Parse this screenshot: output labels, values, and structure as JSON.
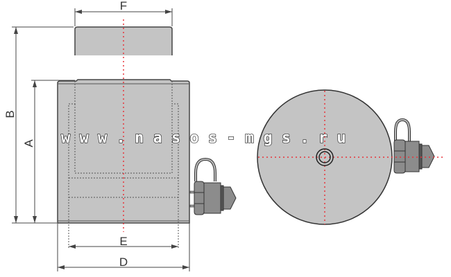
{
  "dimensions": {
    "F": "F",
    "B": "B",
    "A": "A",
    "E": "E",
    "D": "D"
  },
  "watermark": "w w w . n a s o s - m g s . r u",
  "colors": {
    "body": "#c4c4c4",
    "centerline": "#e8333a",
    "outline": "#444444"
  }
}
